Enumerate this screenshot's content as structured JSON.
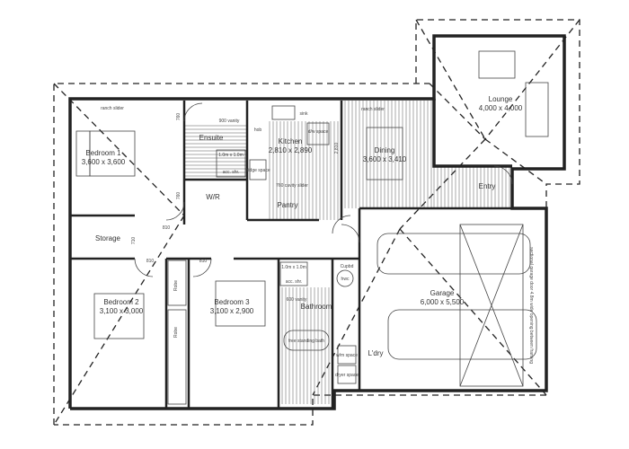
{
  "plan": {
    "rooms": {
      "bedroom1": {
        "name": "Bedroom 1",
        "size": "3,600 x 3,600"
      },
      "ensuite": {
        "name": "Ensuite"
      },
      "wir": {
        "name": "W/R"
      },
      "kitchen": {
        "name": "Kitchen",
        "size": "2,810 x 2,890"
      },
      "pantry": {
        "name": "Pantry"
      },
      "dining": {
        "name": "Dining",
        "size": "3,600 x 3,410"
      },
      "lounge": {
        "name": "Lounge",
        "size": "4,000 x 4,000"
      },
      "entry": {
        "name": "Entry"
      },
      "storage": {
        "name": "Storage"
      },
      "bedroom2": {
        "name": "Bedroom 2",
        "size": "3,100 x 3,000"
      },
      "bedroom3": {
        "name": "Bedroom 3",
        "size": "3,100 x 2,900"
      },
      "bathroom": {
        "name": "Bathroom"
      },
      "laundry": {
        "name": "L'dry"
      },
      "garage": {
        "name": "Garage",
        "size": "6,000 x 5,500"
      }
    },
    "annotations": {
      "ranch_slider_1": "ranch slider",
      "ranch_slider_2": "ranch slider",
      "vanity_900": "900 vanity",
      "hob": "hob",
      "sink": "sink",
      "dw_space": "d/w space",
      "fridge_space": "fridge space",
      "cavity_slider": "760 cavity slider",
      "shower_ensuite": "1.0m x 1.0m",
      "shower_ensuite_2": "acc. shr.",
      "shower_bath": "1.0m x 1.0m",
      "shower_bath_2": "acc. shr.",
      "vanity_600": "600 vanity",
      "bath": "free standing bath",
      "cupbd": "Cupbd",
      "hwc": "hwc",
      "wm_space": "w/m space",
      "dryer_space": "dryer space",
      "robe": "Robe",
      "garage_door": "sectional garage door 4.8m wide opening between framing",
      "dim_2810": "2,810",
      "door_760": "760",
      "door_810": "810",
      "door_710": "710"
    }
  }
}
